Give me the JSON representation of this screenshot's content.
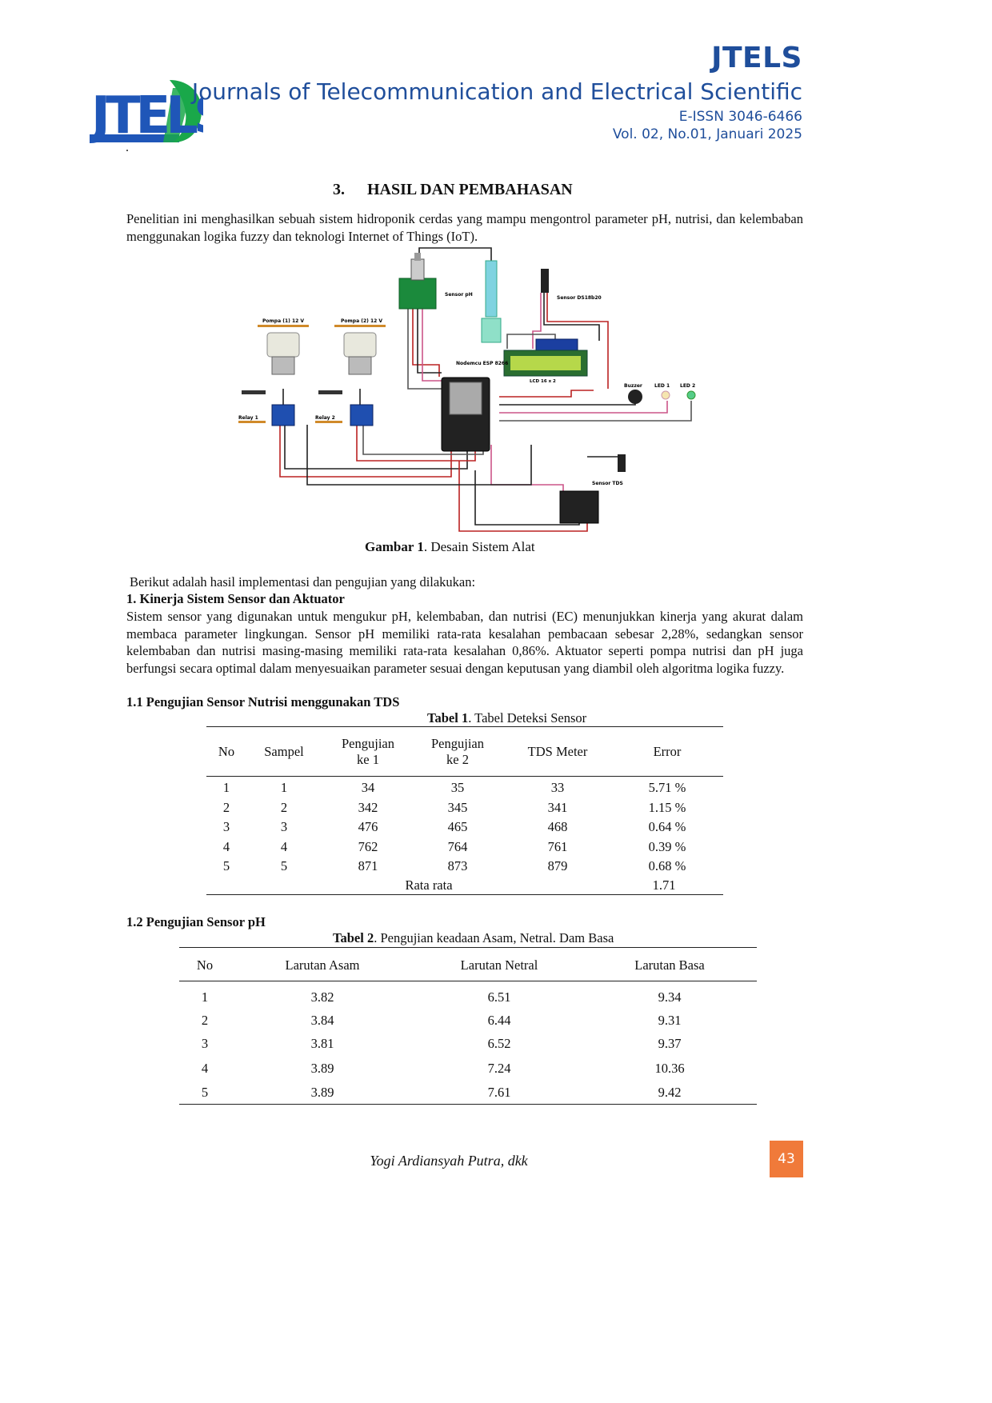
{
  "header": {
    "logo_text": "JTELS",
    "journal_abbrev": "JTELS",
    "journal_name": "Journals of Telecommunication and Electrical Scientific",
    "issn": "E-ISSN 3046-6466",
    "volume": "Vol. 02, No.01, Januari 2025",
    "dot": "."
  },
  "section": {
    "number": "3.",
    "title": "HASIL DAN PEMBAHASAN",
    "intro": "Penelitian ini menghasilkan sebuah sistem hidroponik cerdas yang mampu mengontrol parameter pH, nutrisi, dan kelembaban menggunakan logika fuzzy dan teknologi Internet of Things (IoT)."
  },
  "figure": {
    "labels": {
      "sensor_ph": "Sensor pH",
      "sensor_ds": "Sensor DS18b20",
      "pompa1": "Pompa (1) 12 V",
      "pompa2": "Pompa (2) 12 V",
      "nodemcu": "Nodemcu ESP 8266",
      "lcd": "LCD 16 x 2",
      "buzzer": "Buzzer",
      "led1": "LED 1",
      "led2": "LED 2",
      "relay1": "Relay 1",
      "relay2": "Relay 2",
      "sensor_tds": "Sensor TDS"
    },
    "caption_label": "Gambar  1",
    "caption_text": ".   Desain Sistem Alat"
  },
  "body": {
    "lead": "Berikut adalah hasil implementasi dan pengujian yang dilakukan:",
    "sub1": "1. Kinerja Sistem Sensor dan Aktuator",
    "para1": "Sistem sensor yang digunakan untuk mengukur pH, kelembaban, dan nutrisi (EC) menunjukkan kinerja yang akurat dalam membaca parameter lingkungan. Sensor pH memiliki rata-rata kesalahan pembacaan sebesar 2,28%, sedangkan sensor kelembaban dan nutrisi masing-masing memiliki rata-rata kesalahan 0,86%. Aktuator seperti pompa nutrisi dan pH juga berfungsi secara optimal dalam menyesuaikan parameter sesuai dengan keputusan yang diambil oleh algoritma logika fuzzy.",
    "sub11": "1.1  Pengujian Sensor Nutrisi menggunakan TDS",
    "sub12": "1.2  Pengujian Sensor pH"
  },
  "table1": {
    "caption_label": "Tabel 1",
    "caption_text": ". Tabel Deteksi Sensor",
    "headers": [
      "No",
      "Sampel",
      "Pengujian ke 1",
      "Pengujian ke 2",
      "TDS Meter",
      "Error"
    ],
    "header_lines": [
      [
        "No"
      ],
      [
        "Sampel"
      ],
      [
        "Pengujian",
        "ke 1"
      ],
      [
        "Pengujian",
        "ke 2"
      ],
      [
        "TDS Meter"
      ],
      [
        "Error"
      ]
    ],
    "rows": [
      [
        "1",
        "1",
        "34",
        "35",
        "33",
        "5.71 %"
      ],
      [
        "2",
        "2",
        "342",
        "345",
        "341",
        "1.15 %"
      ],
      [
        "3",
        "3",
        "476",
        "465",
        "468",
        "0.64 %"
      ],
      [
        "4",
        "4",
        "762",
        "764",
        "761",
        "0.39 %"
      ],
      [
        "5",
        "5",
        "871",
        "873",
        "879",
        "0.68 %"
      ]
    ],
    "avg_label": "Rata rata",
    "avg_value": "1.71"
  },
  "table2": {
    "caption_label": "Tabel 2",
    "caption_text": ". Pengujian keadaan Asam, Netral. Dam Basa",
    "headers": [
      "No",
      "Larutan Asam",
      "Larutan Netral",
      "Larutan Basa"
    ],
    "rows": [
      [
        "1",
        "3.82",
        "6.51",
        "9.34"
      ],
      [
        "2",
        "3.84",
        "6.44",
        "9.31"
      ],
      [
        "3",
        "3.81",
        "6.52",
        "9.37"
      ],
      [
        "4",
        "3.89",
        "7.24",
        "10.36"
      ],
      [
        "5",
        "3.89",
        "7.61",
        "9.42"
      ]
    ]
  },
  "footer": {
    "author": "Yogi Ardiansyah Putra, dkk",
    "page": "43"
  },
  "colors": {
    "journal_blue": "#1f4e9b",
    "logo_green": "#1aa84a",
    "page_badge": "#f07a3a"
  }
}
